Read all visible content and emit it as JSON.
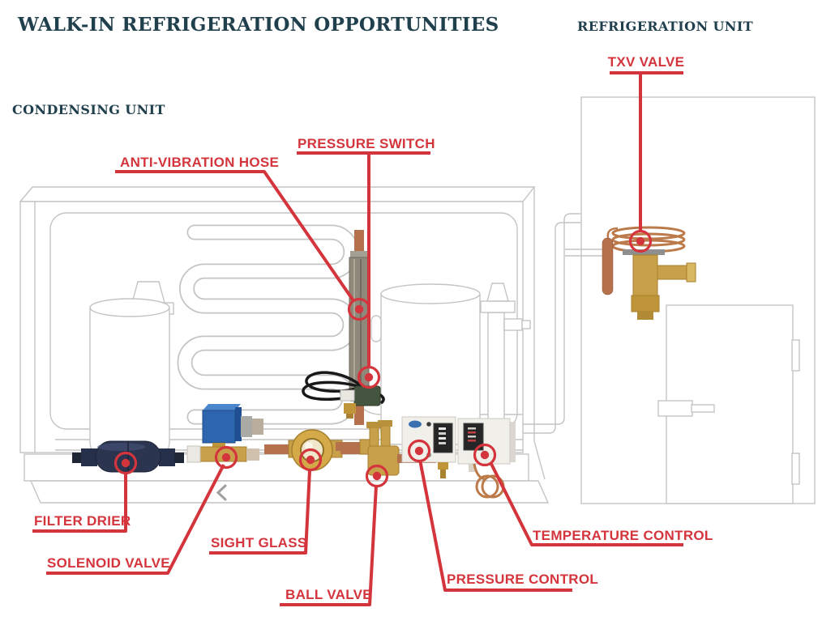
{
  "title": "WALK-IN REFRIGERATION OPPORTUNITIES",
  "sections": {
    "refrigeration_unit": {
      "label": "REFRIGERATION UNIT"
    },
    "condensing_unit": {
      "label": "CONDENSING UNIT"
    }
  },
  "colors": {
    "callout_red": "#d4353c",
    "heading_teal": "#21404e",
    "lineart_gray": "#c4c4c4"
  },
  "callouts": [
    {
      "id": "txv-valve",
      "label": "TXV VALVE"
    },
    {
      "id": "pressure-switch",
      "label": "PRESSURE SWITCH"
    },
    {
      "id": "anti-vibration-hose",
      "label": "ANTI-VIBRATION HOSE"
    },
    {
      "id": "filter-drier",
      "label": "FILTER DRIER"
    },
    {
      "id": "solenoid-valve",
      "label": "SOLENOID VALVE"
    },
    {
      "id": "sight-glass",
      "label": "SIGHT GLASS"
    },
    {
      "id": "ball-valve",
      "label": "BALL VALVE"
    },
    {
      "id": "pressure-control",
      "label": "PRESSURE CONTROL"
    },
    {
      "id": "temperature-control",
      "label": "TEMPERATURE CONTROL"
    }
  ]
}
